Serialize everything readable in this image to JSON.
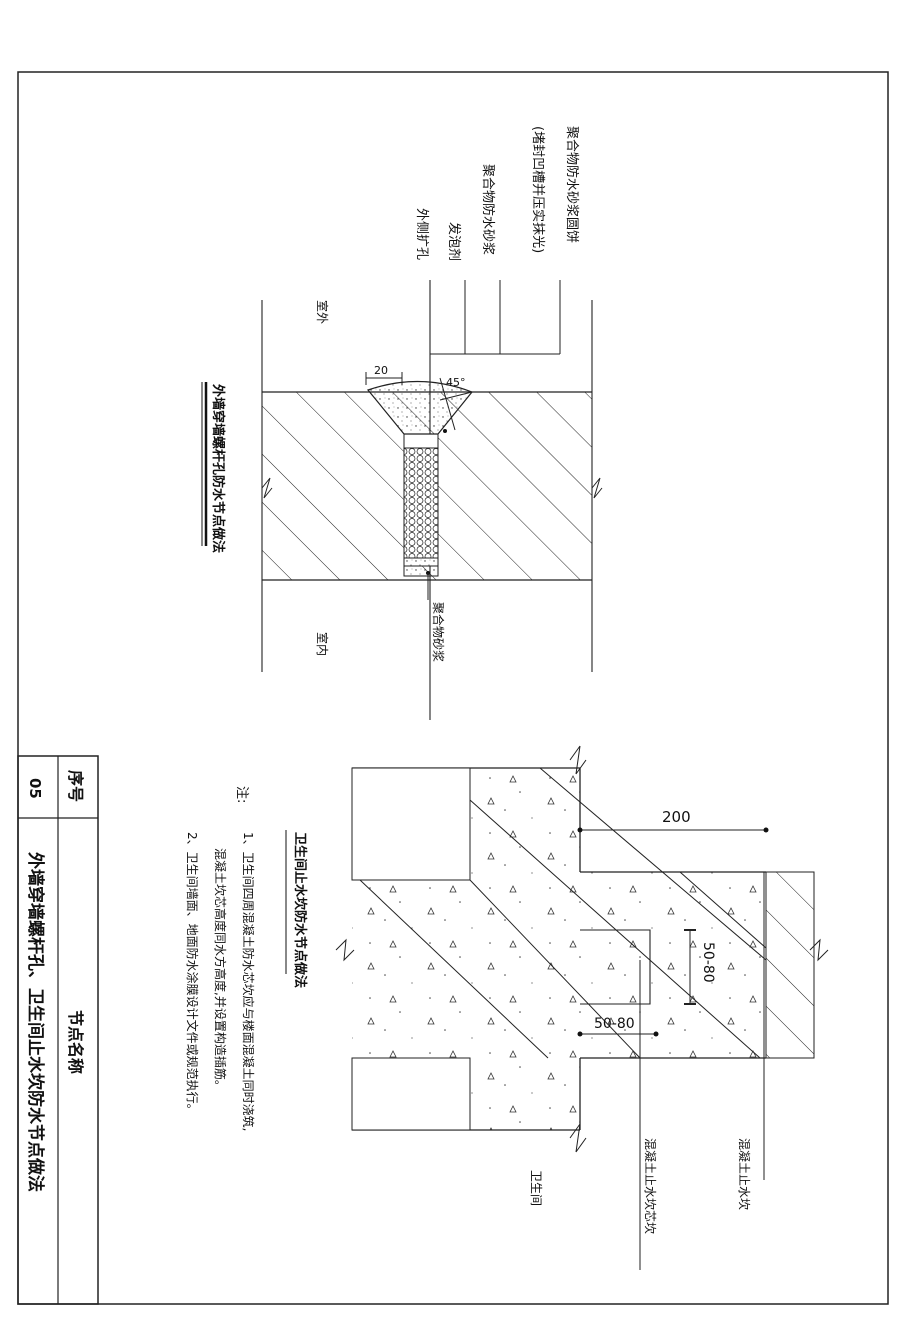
{
  "sheet": {
    "serial_header": "序号",
    "serial_value": "05",
    "name_header": "节点名称",
    "name_value": "外墙穿墙螺杆孔、卫生间止水坎防水节点做法"
  },
  "detail1": {
    "title": "外墙穿墙螺杆孔防水节点做法",
    "labels": {
      "mortar_cake": "聚合物防水砂浆圆饼",
      "mortar_cake_note": "(堵封凹槽并压实抹光)",
      "mortar": "聚合物防水砂浆",
      "expansion_agent": "发泡剂",
      "outer_hole": "外侧扩孔",
      "exterior": "室外",
      "interior": "室内",
      "inner_mortar": "聚合物砂浆"
    },
    "dims": {
      "width": "20",
      "angle": "45°"
    }
  },
  "detail2": {
    "title": "卫生间止水坎防水节点做法",
    "labels": {
      "curb": "混凝土止水坎",
      "curb_center": "混凝土止水坎芯坎",
      "bathroom": "卫生间"
    },
    "dims": {
      "d200": "200",
      "d50a": "50-80",
      "d50b": "50-80"
    },
    "notes_title": "注:",
    "notes": [
      "1、卫生间四周混凝土防水芯坎应与楼面混凝土同时浇筑,",
      "混凝土坎芯高度同水方高度,并设置构造插筋。",
      "2、卫生间墙面、地面防水涂膜设计文件或规范执行。"
    ]
  }
}
